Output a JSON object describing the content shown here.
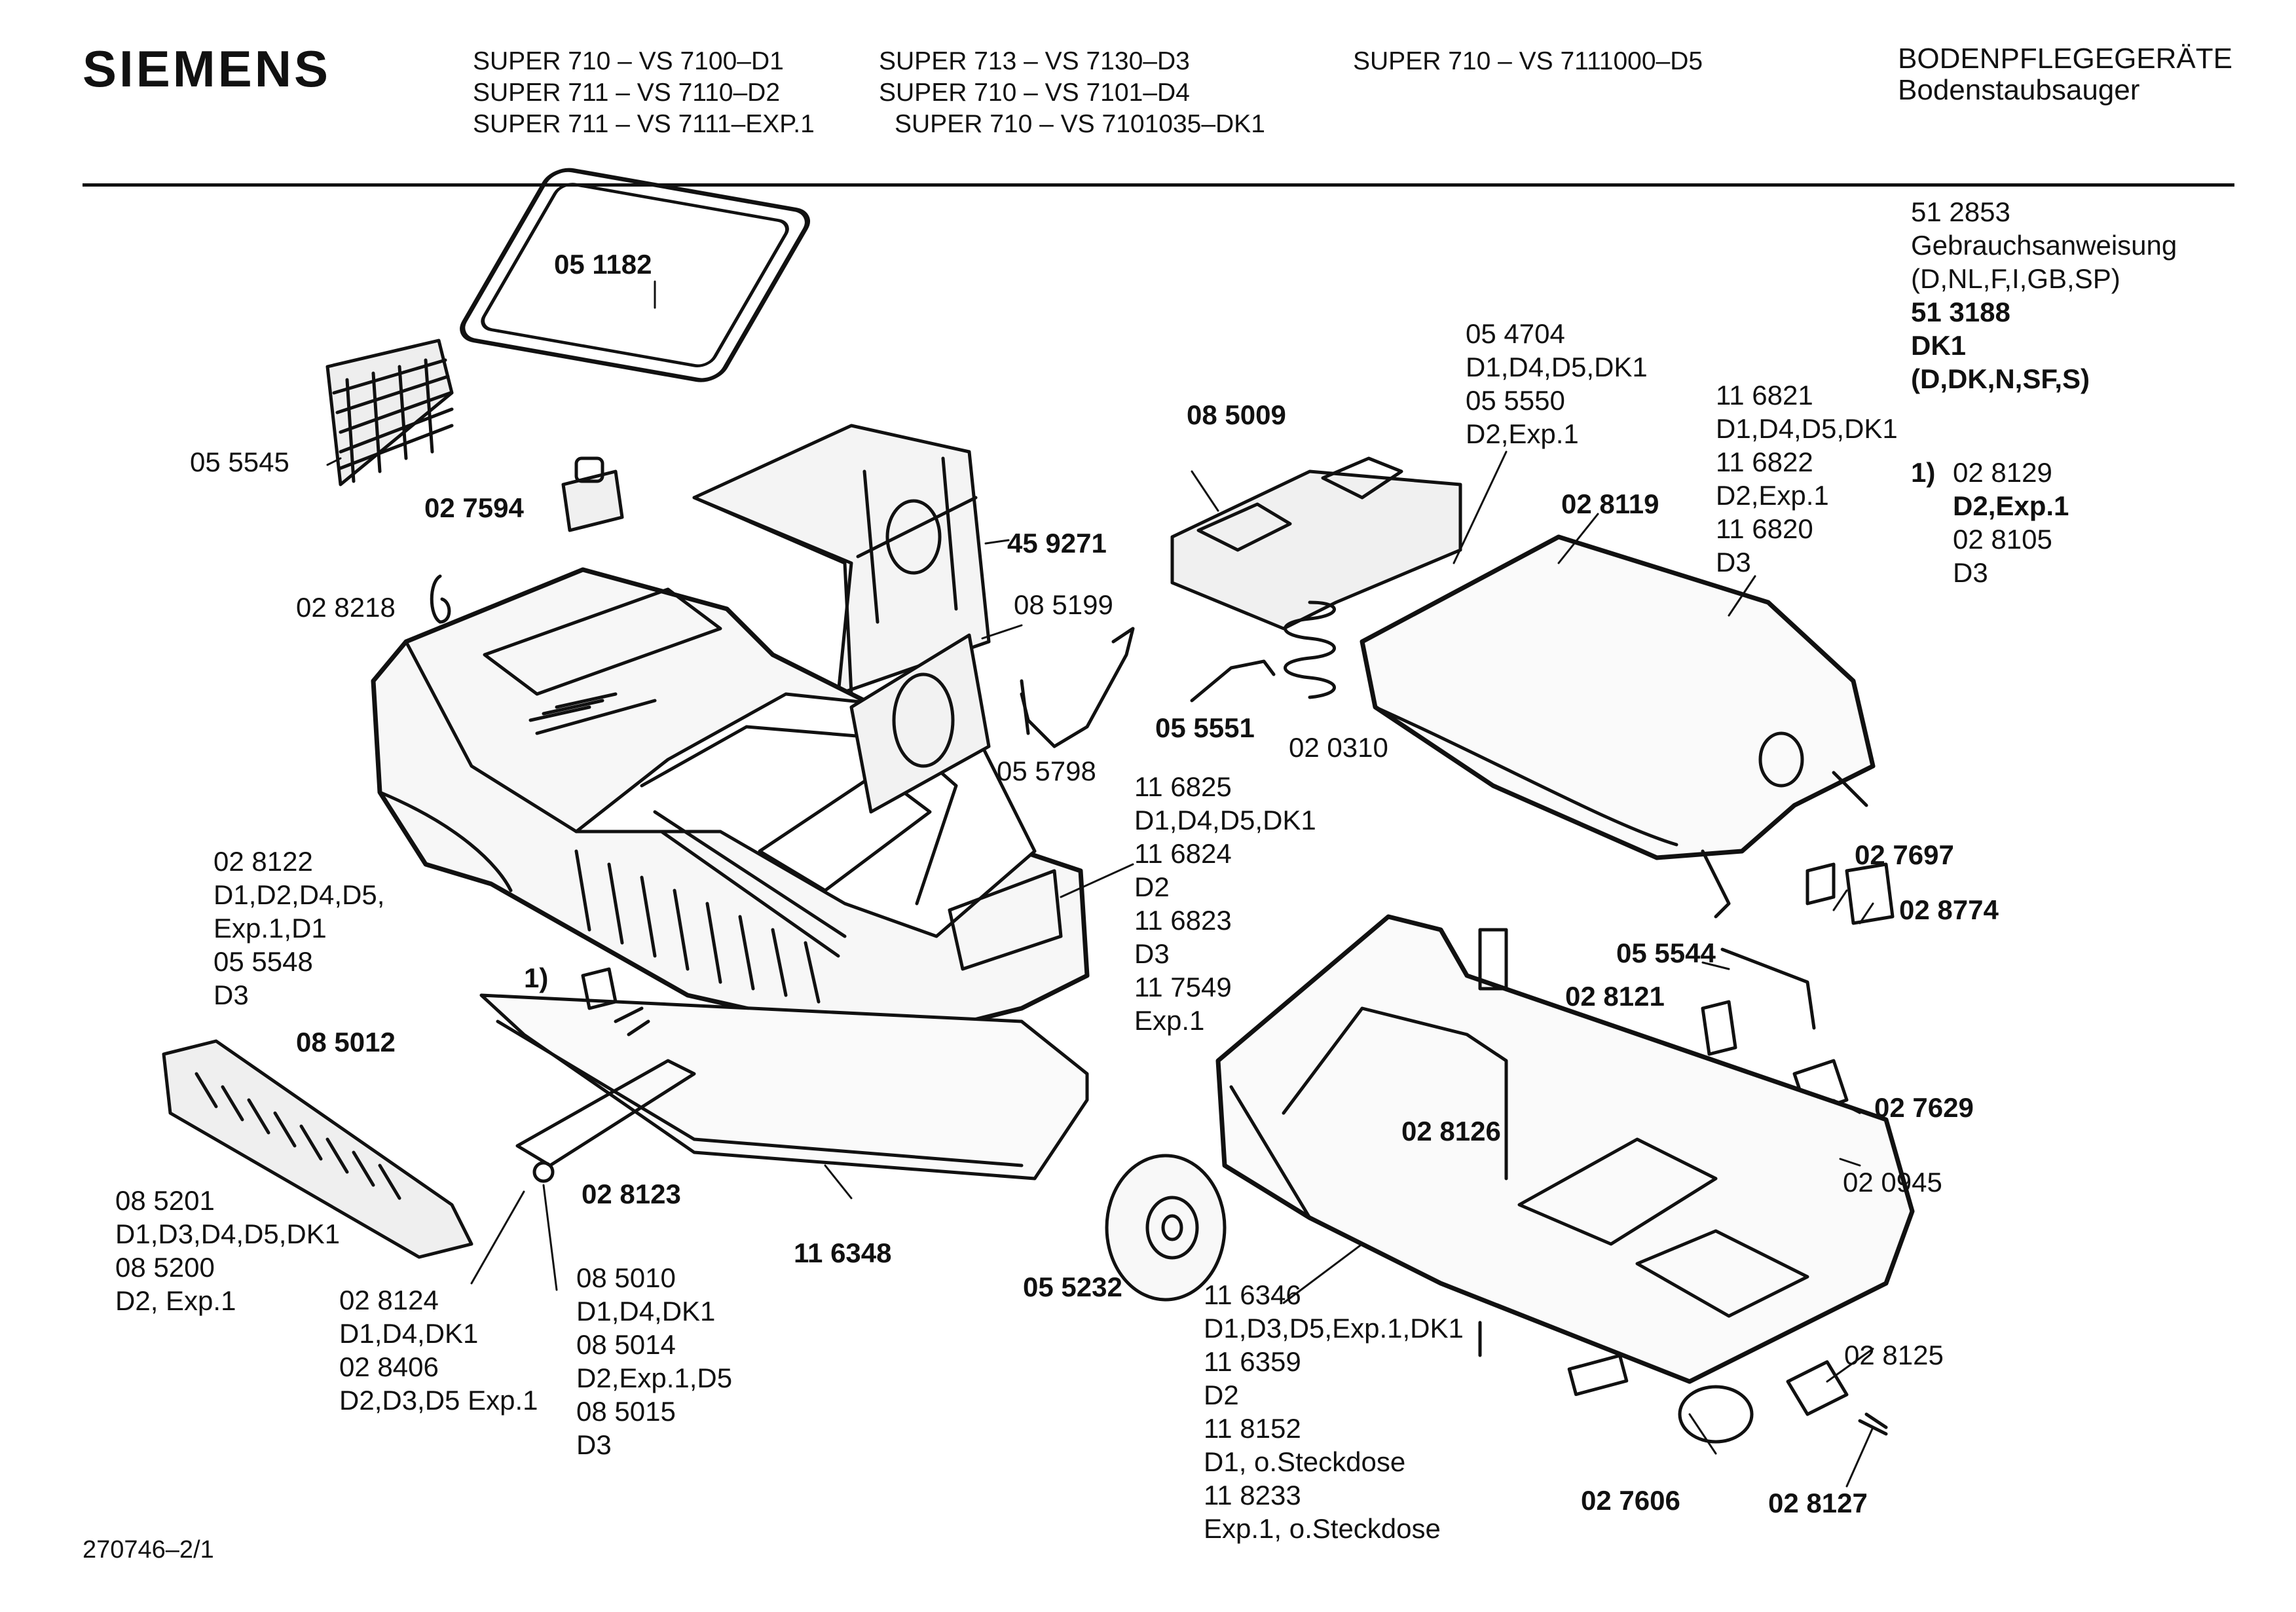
{
  "header": {
    "brand": "SIEMENS",
    "models": [
      "SUPER 710 – VS 7100–D1",
      "SUPER 711 – VS 7110–D2",
      "SUPER 711 – VS 7111–EXP.1",
      "SUPER 713 – VS 7130–D3",
      "SUPER 710 – VS 7101–D4",
      "SUPER 710 – VS 7101035–DK1",
      "SUPER 710 – VS 7111000–D5"
    ],
    "category": "BODENPFLEGEGERÄTE",
    "subcategory": "Bodenstaubsauger"
  },
  "colors": {
    "ink": "#111111",
    "paper": "#ffffff",
    "shade": "#cfcfcf"
  },
  "labels": {
    "manual": [
      "51 2853",
      "Gebrauchsanweisung",
      "(D,NL,F,I,GB,SP)",
      "51 3188",
      "DK1",
      "(D,DK,N,SF,S)"
    ],
    "note1_marker": "1)",
    "note1": [
      "02 8129",
      "D2,Exp.1",
      "02 8105",
      "D3"
    ],
    "p051182": "05 1182",
    "p055545": "05 5545",
    "p027594": "02 7594",
    "p028218": "02 8218",
    "p459271": "45 9271",
    "p085199": "08 5199",
    "p085009": "08 5009",
    "p054704": [
      "05 4704",
      "D1,D4,D5,DK1",
      "05 5550",
      "D2,Exp.1"
    ],
    "p116821": [
      "11 6821",
      "D1,D4,D5,DK1",
      "11 6822",
      "D2,Exp.1",
      "11 6820",
      "D3"
    ],
    "p028119": "02 8119",
    "p055551": "05 5551",
    "p020310": "02 0310",
    "p055798": "05 5798",
    "p116825": [
      "11 6825",
      "D1,D4,D5,DK1",
      "11 6824",
      "D2",
      "11 6823",
      "D3",
      "11 7549",
      "Exp.1"
    ],
    "p028122": [
      "02 8122",
      "D1,D2,D4,D5,",
      "Exp.1,D1",
      "05 5548",
      "D3"
    ],
    "marker1": "1)",
    "p085012": "08 5012",
    "p085201": [
      "08 5201",
      "D1,D3,D4,D5,DK1",
      "08 5200",
      "D2, Exp.1"
    ],
    "p028123": "02 8123",
    "p028124": [
      "02 8124",
      "D1,D4,DK1",
      "02 8406",
      "D2,D3,D5 Exp.1"
    ],
    "p085010": [
      "08 5010",
      "D1,D4,DK1",
      "08 5014",
      "D2,Exp.1,D5",
      "08 5015",
      "D3"
    ],
    "p116348": "11 6348",
    "p055232": "05 5232",
    "p116346": [
      "11 6346",
      "D1,D3,D5,Exp.1,DK1",
      "11 6359",
      "D2",
      "11 8152",
      "D1, o.Steckdose",
      "11 8233",
      "Exp.1, o.Steckdose"
    ],
    "p027697": "02 7697",
    "p028774": "02 8774",
    "p055544": "05 5544",
    "p028121": "02 8121",
    "p028126": "02 8126",
    "p027629": "02 7629",
    "p020945": "02 0945",
    "p028125": "02 8125",
    "p027606": "02 7606",
    "p028127": "02 8127"
  },
  "footer": {
    "drawing_number": "270746–2/1"
  }
}
